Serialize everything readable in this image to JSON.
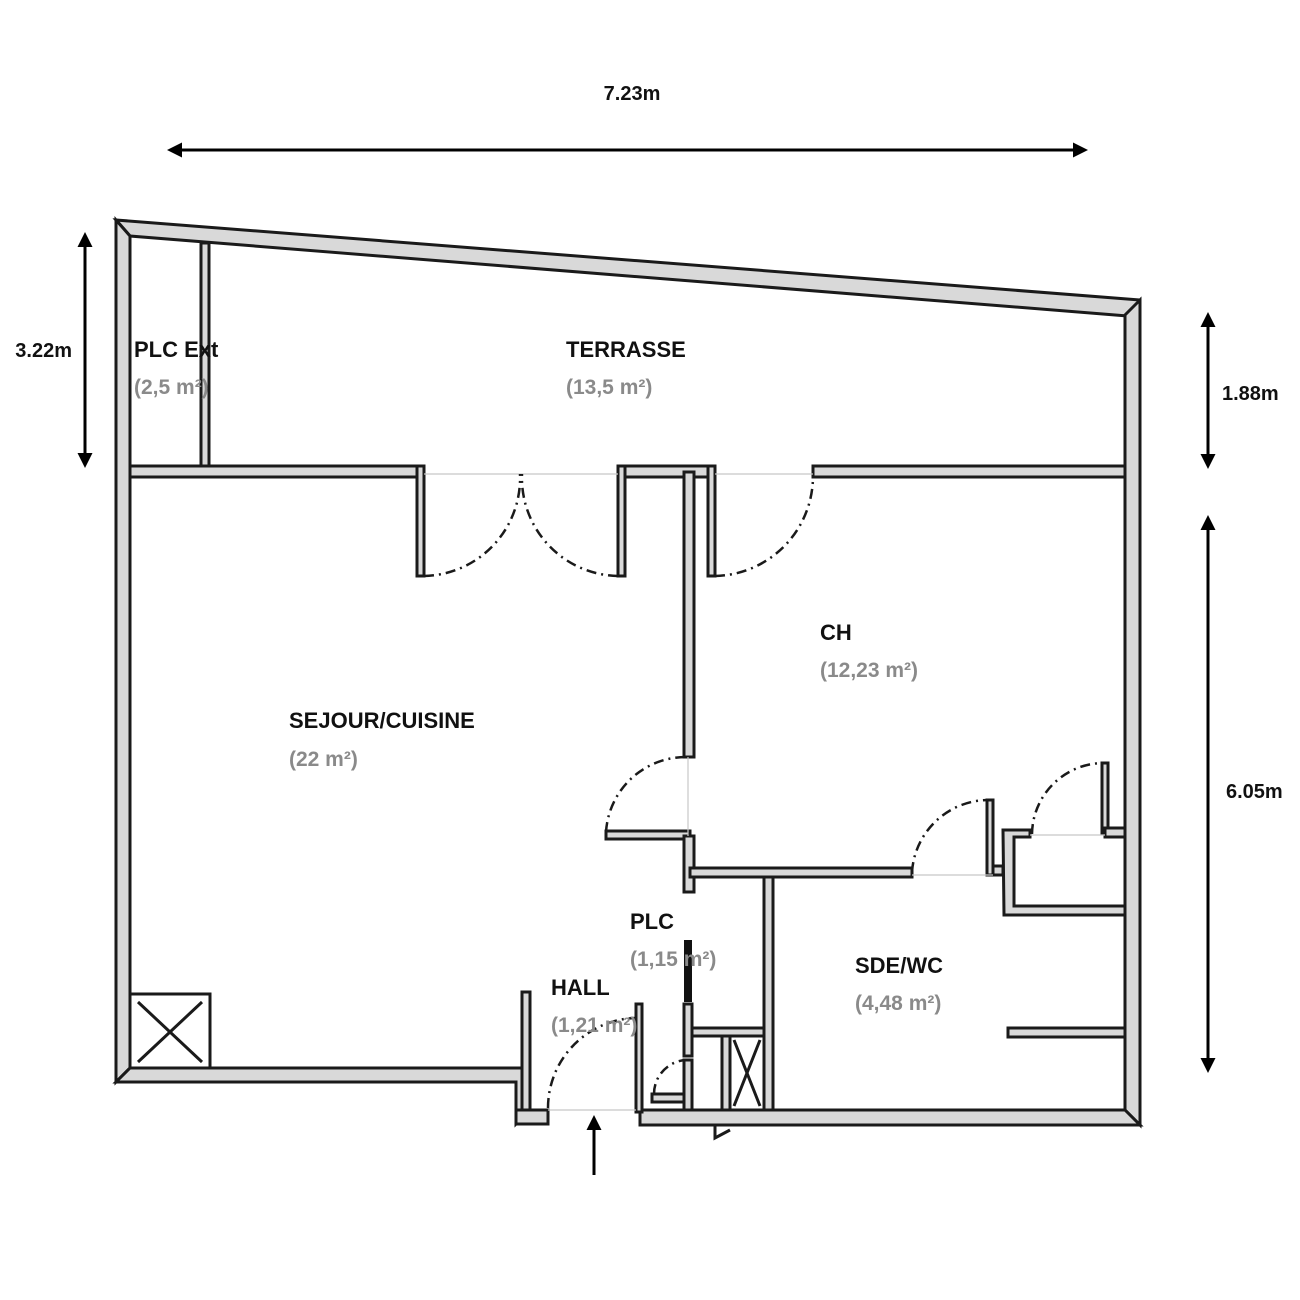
{
  "dimensions": {
    "width_top": "7.23m",
    "height_left_top": "3.22m",
    "height_right_top": "1.88m",
    "height_right_bottom": "6.05m"
  },
  "rooms": {
    "plc_ext": {
      "name": "PLC Ext",
      "area": "(2,5 m²)"
    },
    "terrasse": {
      "name": "TERRASSE",
      "area": "(13,5 m²)"
    },
    "ch": {
      "name": "CH",
      "area": "(12,23 m²)"
    },
    "sejour": {
      "name": "SEJOUR/CUISINE",
      "area": "(22 m²)"
    },
    "plc": {
      "name": "PLC",
      "area": "(1,15 m²)"
    },
    "hall": {
      "name": "HALL",
      "area": "(1,21 m²)"
    },
    "sde": {
      "name": "SDE/WC",
      "area": "(4,48 m²)"
    }
  },
  "colors": {
    "wall_fill": "#d9d9d9",
    "wall_stroke": "#1a1a1a",
    "area_text": "#8a8a8a"
  }
}
